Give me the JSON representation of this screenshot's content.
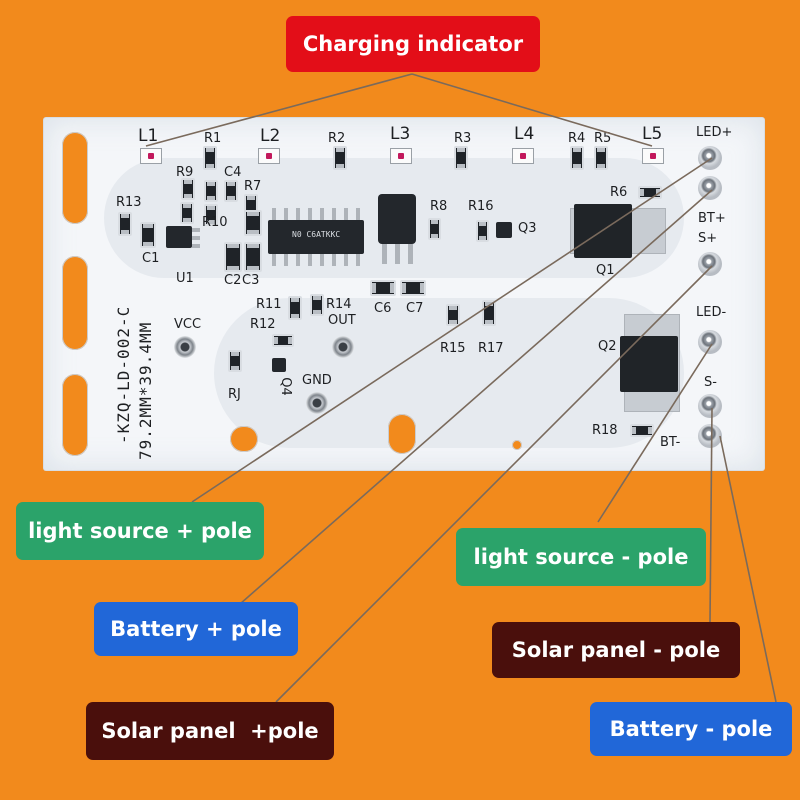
{
  "colors": {
    "background": "#f28a1c",
    "board": "#f4f6f9",
    "red_label": "#e30e18",
    "green_label": "#2ba36a",
    "blue_label": "#2167d8",
    "maroon_label": "#4a0f0c",
    "leader_line": "#7a6a5c",
    "led_chip": "#c2185b"
  },
  "board": {
    "part_number": "-KZQ-LD-002-C",
    "dimensions": "79.2MM*39.4MM",
    "ic_marking": "N0 C6ATKKC",
    "silkscreen": {
      "L1": "L1",
      "L2": "L2",
      "L3": "L3",
      "L4": "L4",
      "L5": "L5",
      "R1": "R1",
      "R2": "R2",
      "R3": "R3",
      "R4": "R4",
      "R5": "R5",
      "R6": "R6",
      "R7": "R7",
      "R8": "R8",
      "R9": "R9",
      "R10": "R10",
      "R11": "R11",
      "R12": "R12",
      "R13": "R13",
      "R14": "R14",
      "R15": "R15",
      "R16": "R16",
      "R17": "R17",
      "R18": "R18",
      "RJ": "RJ",
      "C1": "C1",
      "C2": "C2",
      "C3": "C3",
      "C4": "C4",
      "C6": "C6",
      "C7": "C7",
      "U1": "U1",
      "Q1": "Q1",
      "Q2": "Q2",
      "Q3": "Q3",
      "Q4": "Q4",
      "VCC": "VCC",
      "OUT": "OUT",
      "GND": "GND",
      "LED_plus": "LED+",
      "BT_plus": "BT+",
      "S_plus": "S+",
      "LED_minus": "LED-",
      "S_minus": "S-",
      "BT_minus": "BT-"
    }
  },
  "labels": {
    "charging_indicator": "Charging indicator",
    "light_plus": "light source + pole",
    "light_minus": "light source - pole",
    "battery_plus": "Battery + pole",
    "solar_minus": "Solar panel - pole",
    "solar_plus": "Solar panel  +pole",
    "battery_minus": "Battery - pole"
  }
}
